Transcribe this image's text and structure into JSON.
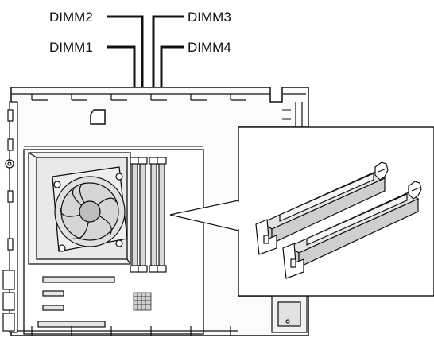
{
  "labels": {
    "dimm1": "DIMM1",
    "dimm2": "DIMM2",
    "dimm3": "DIMM3",
    "dimm4": "DIMM4"
  },
  "colors": {
    "line": "#111111",
    "slot_fill": "#d8d8d8",
    "chassis_fill": "#f7f7f7",
    "heatsink_fill": "#e6e6e6",
    "fan_fill": "#d9d9d9"
  }
}
